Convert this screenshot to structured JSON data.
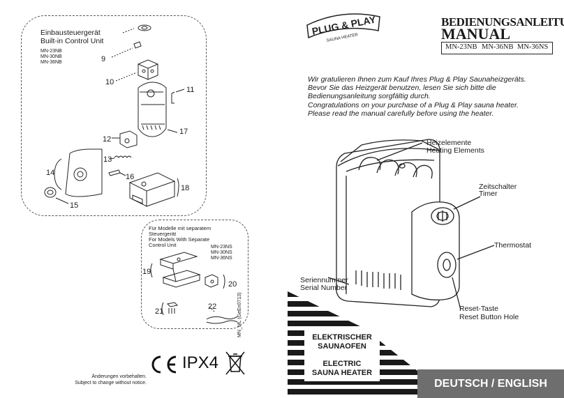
{
  "control_unit": {
    "title_de": "Einbausteuergerät",
    "title_en": "Built-in Control Unit",
    "models": [
      "MN-23NB",
      "MN-30NB",
      "MN-36NB"
    ],
    "part_numbers": [
      "9",
      "10",
      "11",
      "17",
      "12",
      "13",
      "16",
      "14",
      "18",
      "15"
    ]
  },
  "separate_unit": {
    "title_de_1": "Für Modelle mit separatem",
    "title_de_2": "Steuergerät",
    "title_en_1": "For Models With Separate",
    "title_en_2": "Control Unit",
    "models": [
      "MN-23NS",
      "MN-30NS",
      "MN-36NS"
    ],
    "part_numbers": [
      "19",
      "20",
      "21",
      "22"
    ]
  },
  "footer_left": {
    "marks": "CE IPX4",
    "change_de": "Änderungen vorbehalten.",
    "change_en": "Subject to change without notice.",
    "doc_code": "MN_ML (GeEn0713)"
  },
  "logo": {
    "line1": "PLUG & PLAY",
    "line2": "SAUNA HEATER"
  },
  "header": {
    "title_de": "BEDIENUNGSANLEITUNG",
    "title_en": "MANUAL",
    "models": [
      "MN-23NB",
      "MN-36NB",
      "MN-36NS"
    ]
  },
  "intro": {
    "de_1": "Wir gratulieren Ihnen zum Kauf Ihres Plug & Play Saunaheizgeräts.",
    "de_2": "Bevor Sie das Heizgerät benutzen, lesen Sie sich bitte die",
    "de_3": "Bedienungsanleitung sorgfältig durch.",
    "en_1": "Congratulations on your purchase of a Plug & Play  sauna heater.",
    "en_2": "Please read the manual carefully before using the heater."
  },
  "callouts": {
    "heating_de": "Heizelemente",
    "heating_en": "Heating Elements",
    "timer_de": "Zeitschalter",
    "timer_en": "Timer",
    "thermostat": "Thermostat",
    "serial_de": "Seriennummer",
    "serial_en": "Serial Number",
    "reset_de": "Reset-Taste",
    "reset_en": "Reset Button Hole"
  },
  "product_title": {
    "de_1": "ELEKTRISCHER",
    "de_2": "SAUNAOFEN",
    "en_1": "ELECTRIC",
    "en_2": "SAUNA HEATER"
  },
  "language_banner": "DEUTSCH / ENGLISH"
}
